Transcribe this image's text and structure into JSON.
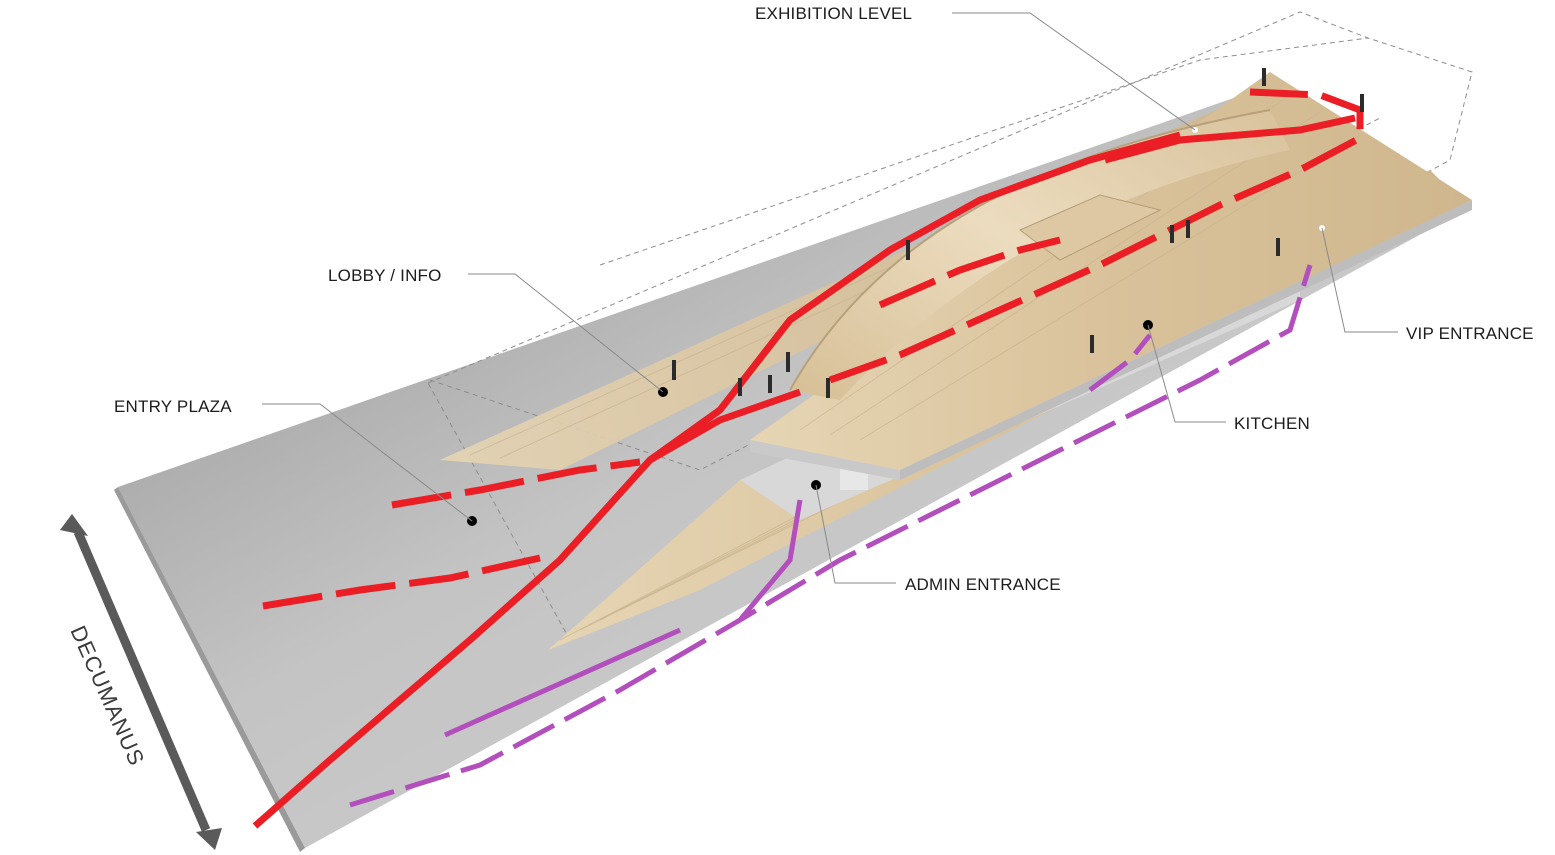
{
  "diagram": {
    "labels": {
      "exhibition_level": "EXHIBITION LEVEL",
      "lobby_info": "LOBBY / INFO",
      "entry_plaza": "ENTRY PLAZA",
      "vip_entrance": "VIP ENTRANCE",
      "kitchen": "KITCHEN",
      "admin_entrance": "ADMIN ENTRANCE",
      "decumanus": "DECUMANUS"
    },
    "colors": {
      "visitor_circulation": "#ea1e24",
      "service_circulation": "#b24fbd",
      "ground_plane": "#b9b9b9",
      "timber": "#dcc6a0"
    },
    "icons": {
      "decumanus_arrow": "double-headed-arrow",
      "location_marker": "black-dot"
    }
  }
}
